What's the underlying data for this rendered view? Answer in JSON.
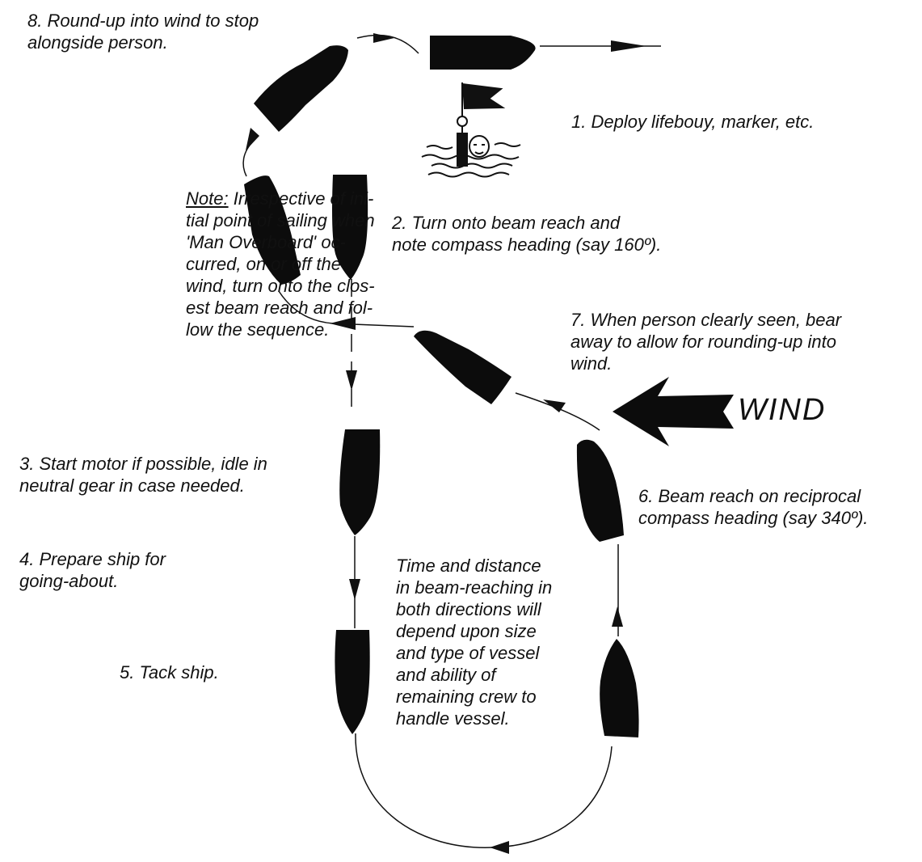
{
  "steps": {
    "s1": "1. Deploy lifebouy, marker, etc.",
    "s2": [
      "2. Turn onto beam reach and",
      "note compass heading (say 160º)."
    ],
    "s3": [
      "3. Start motor if possible, idle in",
      "neutral gear in case needed."
    ],
    "s4": [
      "4. Prepare ship for",
      "going-about."
    ],
    "s5": "5. Tack ship.",
    "s6": [
      "6. Beam reach on reciprocal",
      "compass heading (say 340º)."
    ],
    "s7": [
      "7. When person clearly seen, bear",
      "away to allow for rounding-up into",
      "wind."
    ],
    "s8": [
      "8. Round-up into wind to stop",
      "alongside person."
    ]
  },
  "note": {
    "heading": "Note:",
    "lines": [
      "Irrespective of ini-",
      "tial point of sailing when",
      "'Man Overboard' oc-",
      "curred, on or off the",
      "wind, turn onto the clos-",
      "est beam reach and fol-",
      "low the sequence."
    ]
  },
  "time_note": [
    "Time and distance",
    "in beam-reaching in",
    "both directions will",
    "depend upon size",
    "and type of vessel",
    "and ability of",
    "remaining crew to",
    "handle vessel."
  ],
  "wind_label": "WIND",
  "colors": {
    "ink": "#111111",
    "background": "#ffffff"
  }
}
